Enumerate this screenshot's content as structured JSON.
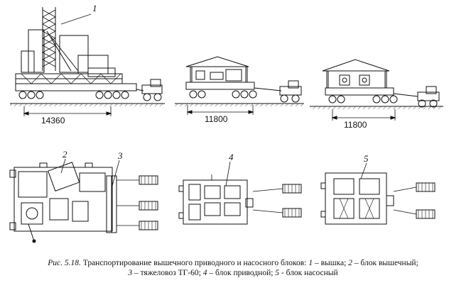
{
  "figure": {
    "labels": {
      "derrick": "1",
      "derrick_block": "2",
      "tractor": "3",
      "drive_block": "4",
      "pump_block": "5"
    },
    "dimensions": {
      "derrick_train": "14360",
      "drive_train": "11800",
      "pump_train": "11800"
    },
    "caption": {
      "fig": "Рис. 5.18.",
      "line1": "Транспортирование вышечного приводного и насосного блоков:",
      "k1": "1",
      "t1": "– вышка;",
      "k2": "2",
      "t2": "– блок вышечный;",
      "k3": "3",
      "t3": "– тяжеловоз ТГ-60;",
      "k4": "4",
      "t4": "– блок приводной;",
      "k5": "5",
      "t5": "- блок насосный"
    }
  }
}
